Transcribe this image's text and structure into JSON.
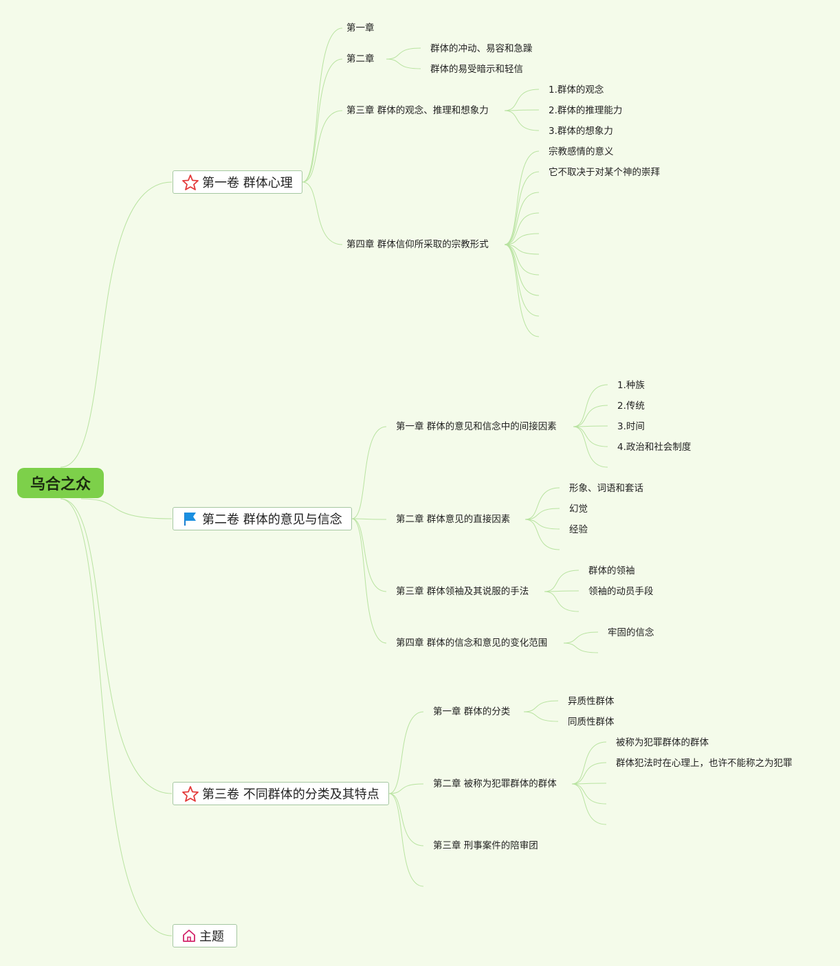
{
  "root": {
    "label": "乌合之众",
    "color": "#7dd04a"
  },
  "line_color": "#b8e3a0",
  "volumes": [
    {
      "label": "第一卷 群体心理",
      "icon": "star-icon",
      "chapters": [
        {
          "label": "第一章",
          "items": []
        },
        {
          "label": "第二章",
          "items": [
            "群体的冲动、易容和急躁",
            "群体的易受暗示和轻信"
          ]
        },
        {
          "label": "第三章 群体的观念、推理和想象力",
          "items": [
            "1.群体的观念",
            "2.群体的推理能力",
            "3.群体的想象力"
          ]
        },
        {
          "label": "第四章 群体信仰所采取的宗教形式",
          "items": [
            "宗教感情的意义",
            "它不取决于对某个神的崇拜",
            "",
            "",
            "",
            "",
            "",
            "",
            "",
            "",
            ""
          ]
        }
      ]
    },
    {
      "label": "第二卷 群体的意见与信念",
      "icon": "flag-icon",
      "chapters": [
        {
          "label": "第一章 群体的意见和信念中的间接因素",
          "items": [
            "1.种族",
            "2.传统",
            "3.时间",
            "4.政治和社会制度",
            ""
          ]
        },
        {
          "label": "第二章 群体意见的直接因素",
          "items": [
            "形象、词语和套话",
            "幻觉",
            "经验",
            ""
          ]
        },
        {
          "label": "第三章 群体领袖及其说服的手法",
          "items": [
            "群体的领袖",
            "领袖的动员手段",
            ""
          ]
        },
        {
          "label": "第四章 群体的信念和意见的变化范围",
          "items": [
            "牢固的信念",
            ""
          ]
        }
      ]
    },
    {
      "label": "第三卷 不同群体的分类及其特点",
      "icon": "star-icon",
      "chapters": [
        {
          "label": "第一章 群体的分类",
          "items": [
            "异质性群体",
            "同质性群体"
          ]
        },
        {
          "label": "第二章 被称为犯罪群体的群体",
          "items": [
            "被称为犯罪群体的群体",
            "群体犯法时在心理上，也许不能称之为犯罪",
            "",
            "",
            ""
          ]
        },
        {
          "label": "第三章 刑事案件的陪审团",
          "items": []
        },
        {
          "label": "",
          "items": []
        }
      ]
    },
    {
      "label": "主题",
      "icon": "home-icon",
      "chapters": []
    }
  ]
}
